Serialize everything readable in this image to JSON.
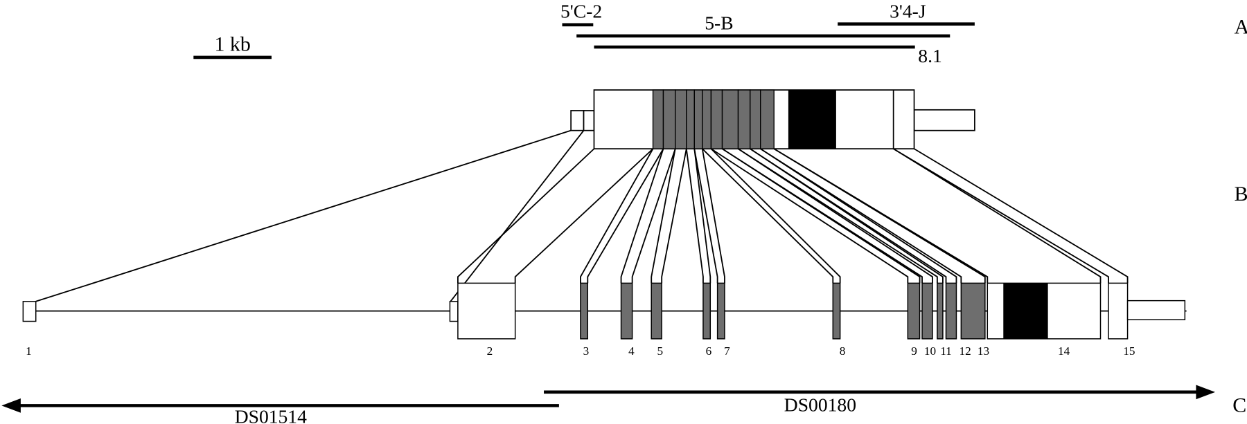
{
  "scale_bar": {
    "label": "1 kb"
  },
  "panel_labels": {
    "a": "A",
    "b": "B",
    "c": "C"
  },
  "clones": [
    {
      "name": "5'C-2"
    },
    {
      "name": "5-B"
    },
    {
      "name": "3'4-J"
    },
    {
      "name": "8.1"
    }
  ],
  "exons": [
    "1",
    "2",
    "3",
    "4",
    "5",
    "6",
    "7",
    "8",
    "9",
    "10",
    "11",
    "12",
    "13",
    "14",
    "15"
  ],
  "arrows": [
    {
      "name": "DS01514",
      "direction": "left"
    },
    {
      "name": "DS00180",
      "direction": "right"
    }
  ],
  "colors": {
    "coding": "#6e6e6e",
    "domain": "#000000",
    "utr": "#ffffff"
  }
}
